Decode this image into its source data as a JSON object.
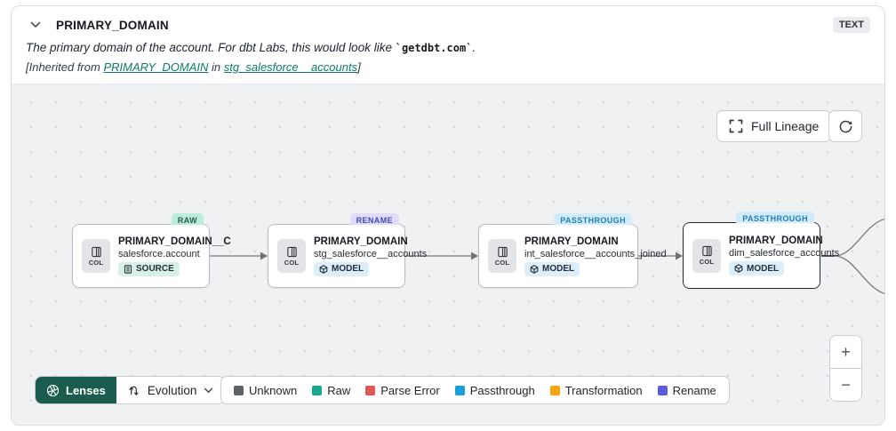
{
  "header": {
    "title": "PRIMARY_DOMAIN",
    "type_badge": "TEXT",
    "description_prefix": "The primary domain of the account. For dbt Labs, this would look like ",
    "description_code": "`getdbt.com`",
    "description_suffix": ".",
    "inherited_prefix": "[Inherited from ",
    "inherited_link_column": "PRIMARY_DOMAIN",
    "inherited_middle": " in ",
    "inherited_link_model": "stg_salesforce__accounts",
    "inherited_suffix": "]"
  },
  "canvas": {
    "full_lineage_label": "Full Lineage",
    "nodes": [
      {
        "badge": "RAW",
        "title": "PRIMARY_DOMAIN__C",
        "subtitle": "salesforce.account",
        "tag": "SOURCE",
        "icon_label": "COL"
      },
      {
        "badge": "RENAME",
        "title": "PRIMARY_DOMAIN",
        "subtitle": "stg_salesforce__accounts",
        "tag": "MODEL",
        "icon_label": "COL"
      },
      {
        "badge": "PASSTHROUGH",
        "title": "PRIMARY_DOMAIN",
        "subtitle": "int_salesforce__accounts_joined",
        "tag": "MODEL",
        "icon_label": "COL"
      },
      {
        "badge": "PASSTHROUGH",
        "title": "PRIMARY_DOMAIN",
        "subtitle": "dim_salesforce_accounts",
        "tag": "MODEL",
        "icon_label": "COL"
      }
    ]
  },
  "toolbar": {
    "lenses_label": "Lenses",
    "lens_selected": "Evolution"
  },
  "legend": {
    "items": [
      {
        "label": "Unknown",
        "color": "#5e6166"
      },
      {
        "label": "Raw",
        "color": "#18a88e"
      },
      {
        "label": "Parse Error",
        "color": "#e25757"
      },
      {
        "label": "Passthrough",
        "color": "#1ba0da"
      },
      {
        "label": "Transformation",
        "color": "#f1a512"
      },
      {
        "label": "Rename",
        "color": "#5c5bda"
      }
    ]
  },
  "zoom_controls": {
    "zoom_in": "+",
    "zoom_out": "−"
  }
}
